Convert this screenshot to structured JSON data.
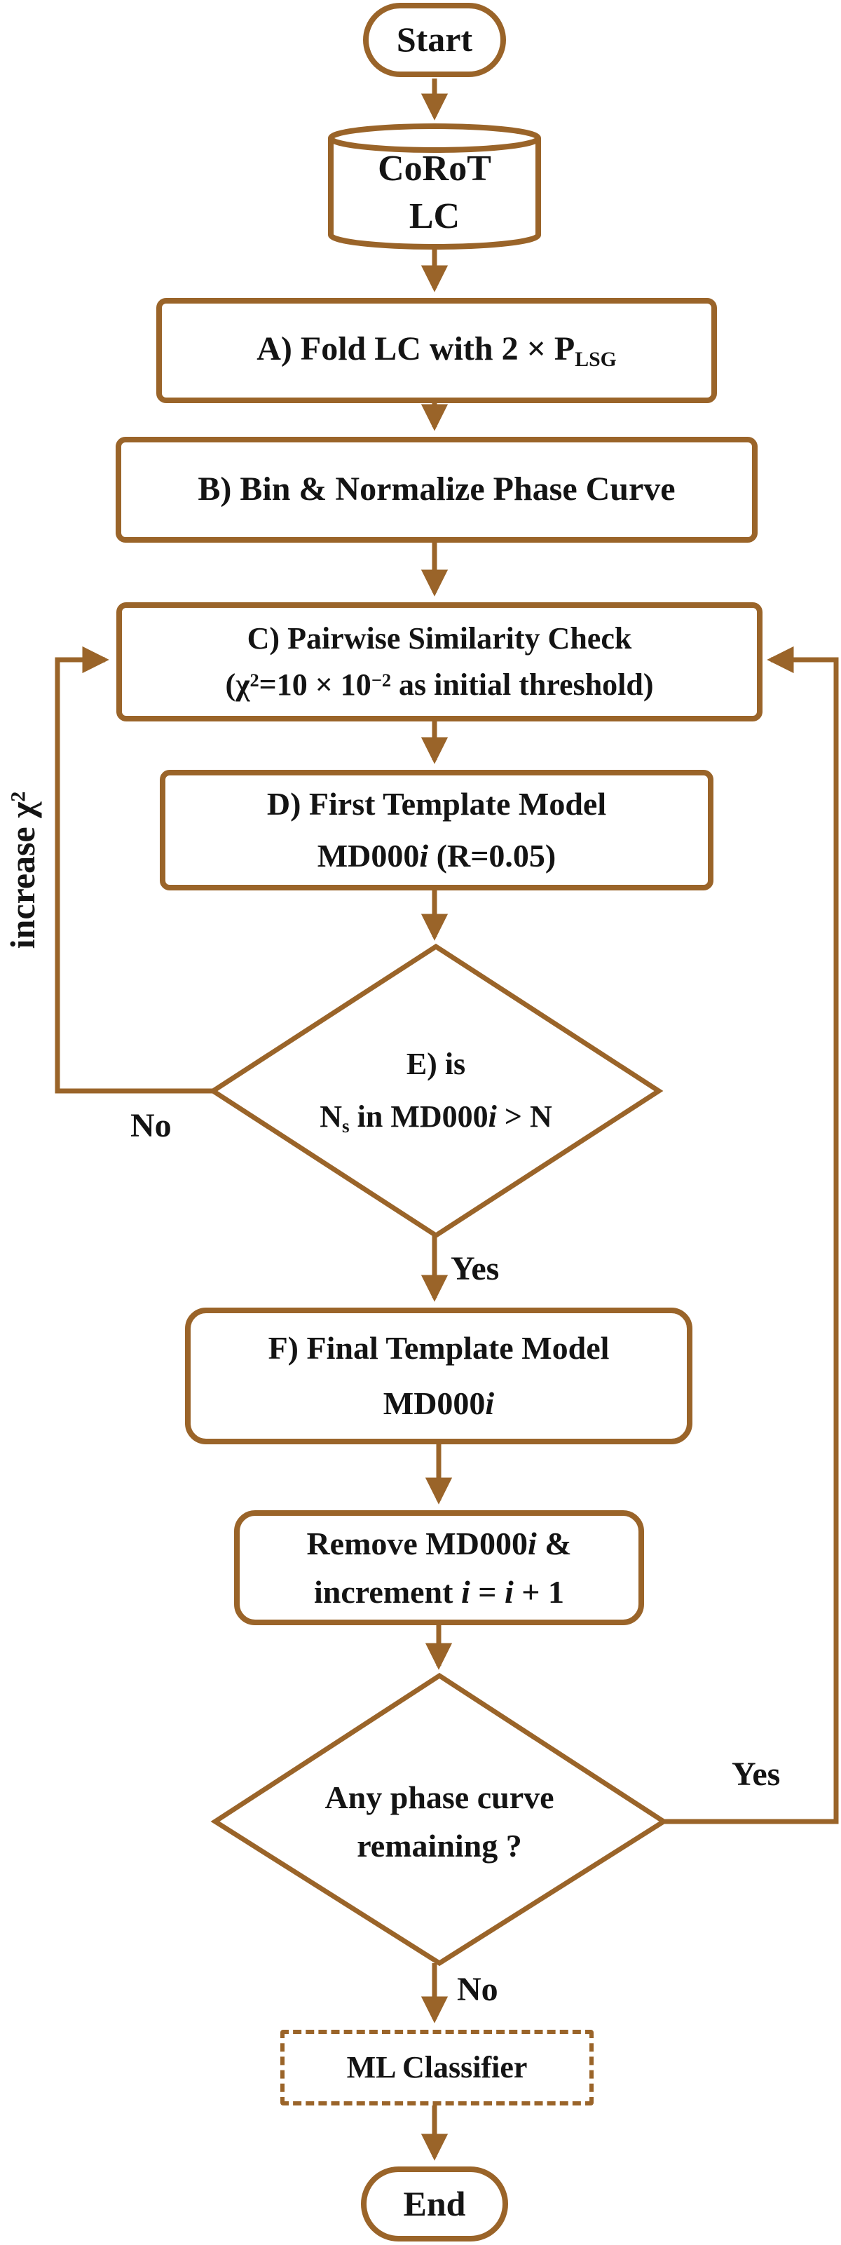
{
  "meta": {
    "accent_color": "#9a6429",
    "text_color": "#141414",
    "background_color": "#ffffff"
  },
  "nodes": {
    "start": {
      "label": "Start"
    },
    "corot": {
      "line1": "CoRoT",
      "line2": "LC"
    },
    "box_a": {
      "prefix": "A) Fold LC with 2 × P",
      "sub": "LSG"
    },
    "box_b": {
      "label": "B) Bin & Normalize Phase Curve"
    },
    "box_c": {
      "line1": "C) Pairwise Similarity Check",
      "l2p1": "(χ",
      "l2s1": "2",
      "l2p2": "=10 × 10",
      "l2s2": "−2",
      "l2p3": " as initial threshold)"
    },
    "box_d": {
      "line1": "D) First Template Model",
      "l2p1": "MD000",
      "l2i": "i",
      "l2p2": " (R=0.05)"
    },
    "diamond_e": {
      "line1": "E) is",
      "l2n": "N",
      "l2sub": "s",
      "l2mid": " in MD000",
      "l2i": "i",
      "l2end": " > N"
    },
    "box_f": {
      "line1": "F) Final Template Model",
      "l2p1": "MD000",
      "l2i": "i"
    },
    "box_remove": {
      "l1p1": "Remove MD000",
      "l1i": "i",
      "l1p2": " &",
      "l2p1": "increment ",
      "l2i1": "i",
      "l2p2": " = ",
      "l2i2": "i",
      "l2p3": " + 1"
    },
    "diamond_any": {
      "line1": "Any phase curve",
      "line2": "remaining ?"
    },
    "box_ml": {
      "label": "ML Classifier"
    },
    "end": {
      "label": "End"
    }
  },
  "edge_labels": {
    "e_yes": "Yes",
    "e_no": "No",
    "increase_p1": "increase χ",
    "increase_sup": "2",
    "any_yes": "Yes",
    "any_no": "No"
  }
}
